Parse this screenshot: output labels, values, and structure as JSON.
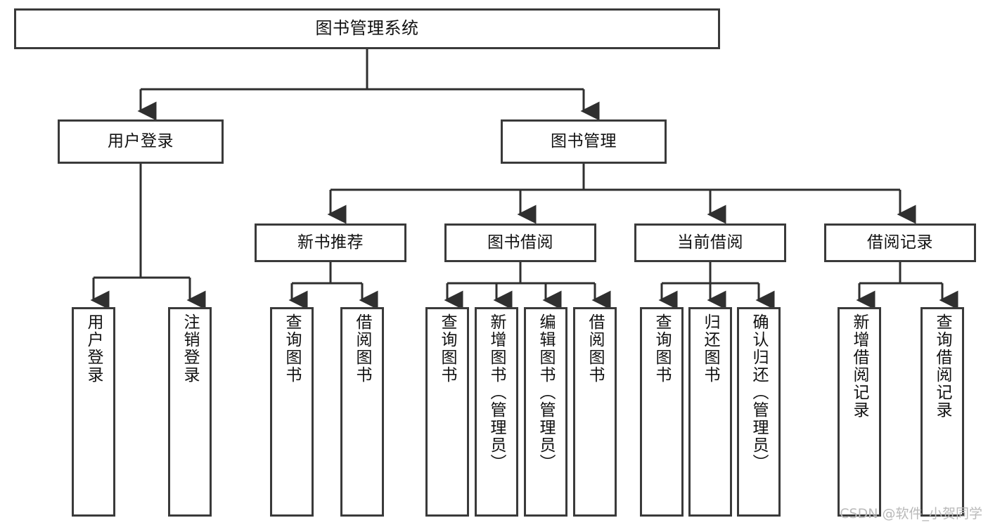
{
  "diagram": {
    "title": "图书管理系统",
    "watermark": "CSDN @软件_小贺同学",
    "colors": {
      "box_border": "#3a3a3a",
      "box_fill": "#ffffff",
      "connector": "#2f2f2f",
      "text": "#111111",
      "watermark": "#b9b9b9"
    },
    "root": {
      "label": "图书管理系统"
    },
    "level2": [
      {
        "label": "用户登录"
      },
      {
        "label": "图书管理"
      }
    ],
    "level3": [
      {
        "label": "新书推荐"
      },
      {
        "label": "图书借阅"
      },
      {
        "label": "当前借阅"
      },
      {
        "label": "借阅记录"
      }
    ],
    "leaves": {
      "user_login": [
        {
          "label": "用户登录"
        },
        {
          "label": "注销登录"
        }
      ],
      "new_book_recommend": [
        {
          "label": "查询图书"
        },
        {
          "label": "借阅图书"
        }
      ],
      "book_borrow": [
        {
          "label": "查询图书"
        },
        {
          "label": "新增图书（管理员）"
        },
        {
          "label": "编辑图书（管理员）"
        },
        {
          "label": "借阅图书"
        }
      ],
      "current_borrow": [
        {
          "label": "查询图书"
        },
        {
          "label": "归还图书"
        },
        {
          "label": "确认归还（管理员）"
        }
      ],
      "borrow_record": [
        {
          "label": "新增借阅记录"
        },
        {
          "label": "查询借阅记录"
        }
      ]
    }
  }
}
